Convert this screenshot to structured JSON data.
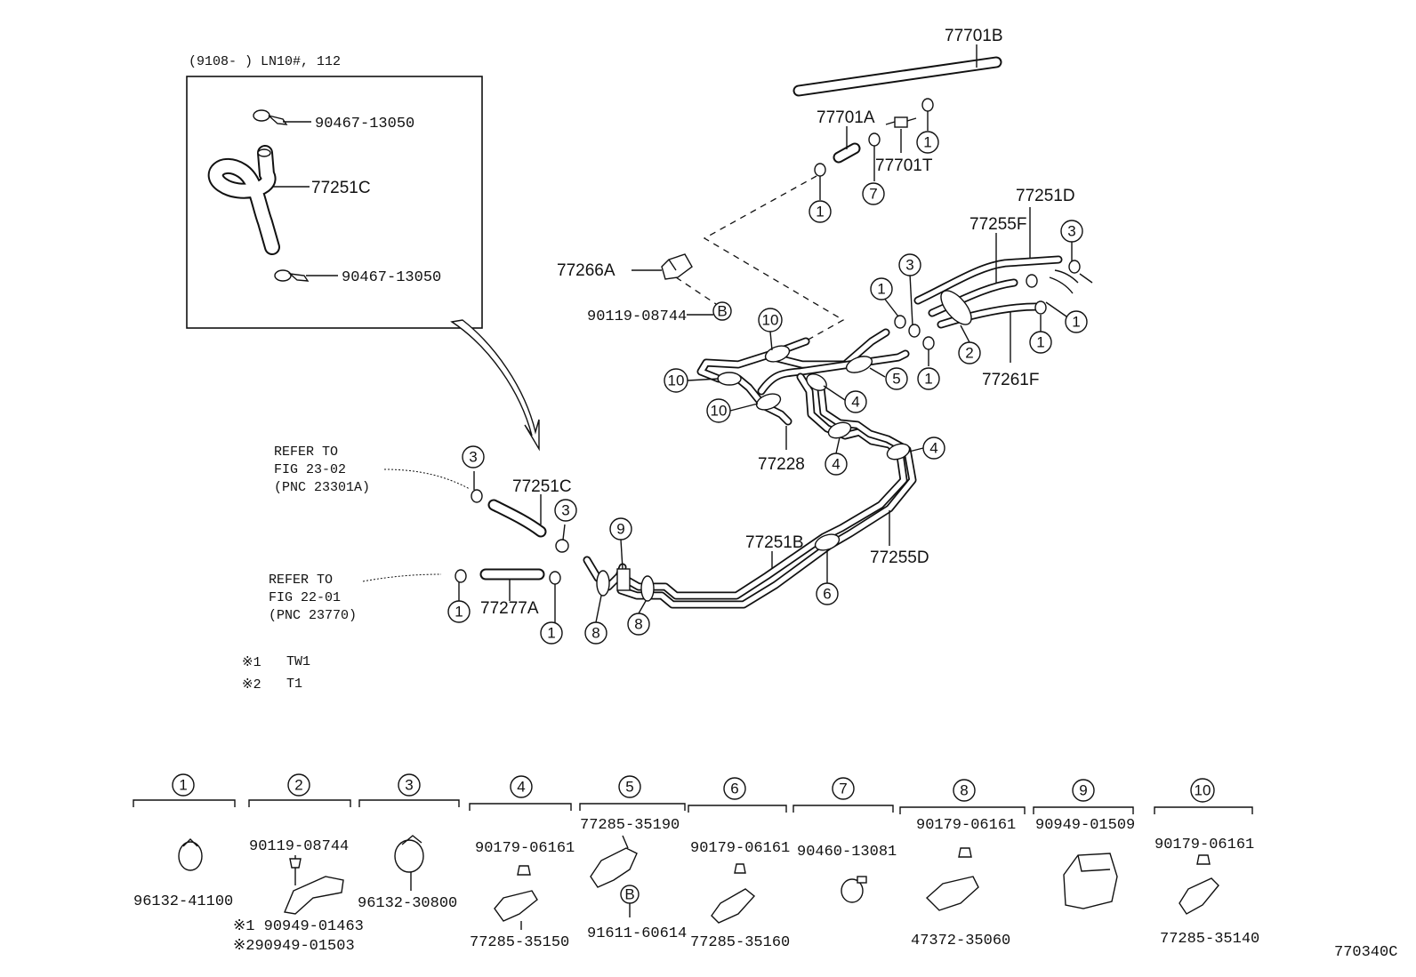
{
  "detail": {
    "range_label": "(9108-    ) LN10#, 112",
    "clamp_top": "90467-13050",
    "hose": "77251C",
    "clamp_bottom": "90467-13050"
  },
  "callouts": {
    "c_77701B": "77701B",
    "c_77701A": "77701A",
    "c_77701T": "77701T",
    "c_77251D": "77251D",
    "c_77255F": "77255F",
    "c_77266A": "77266A",
    "c_90119_08744": "90119-08744",
    "c_77261F": "77261F",
    "c_77228": "77228",
    "c_77251C": "77251C",
    "c_77251B": "77251B",
    "c_77255D": "77255D",
    "c_77277A": "77277A"
  },
  "refs": {
    "r1_line1": "REFER TO",
    "r1_line2": "FIG 23-02",
    "r1_line3": "(PNC 23301A)",
    "r2_line1": "REFER TO",
    "r2_line2": "FIG 22-01",
    "r2_line3": "(PNC 23770)"
  },
  "notes": {
    "n1_mark": "※1",
    "n1_text": "TW1",
    "n2_mark": "※2",
    "n2_text": "T1"
  },
  "marker_b": "B",
  "legend": [
    {
      "num": "1",
      "parts": [
        "96132-41100"
      ]
    },
    {
      "num": "2",
      "parts": [
        "90119-08744",
        "※1 90949-01463",
        "※290949-01503"
      ]
    },
    {
      "num": "3",
      "parts": [
        "96132-30800"
      ]
    },
    {
      "num": "4",
      "parts": [
        "90179-06161",
        "77285-35150"
      ]
    },
    {
      "num": "5",
      "parts": [
        "77285-35190",
        "91611-60614"
      ]
    },
    {
      "num": "6",
      "parts": [
        "90179-06161",
        "77285-35160"
      ]
    },
    {
      "num": "7",
      "parts": [
        "90460-13081"
      ]
    },
    {
      "num": "8",
      "parts": [
        "90179-06161",
        "47372-35060"
      ]
    },
    {
      "num": "9",
      "parts": [
        "90949-01509"
      ]
    },
    {
      "num": "10",
      "parts": [
        "90179-06161",
        "77285-35140"
      ]
    }
  ],
  "figure_code": "770340C"
}
